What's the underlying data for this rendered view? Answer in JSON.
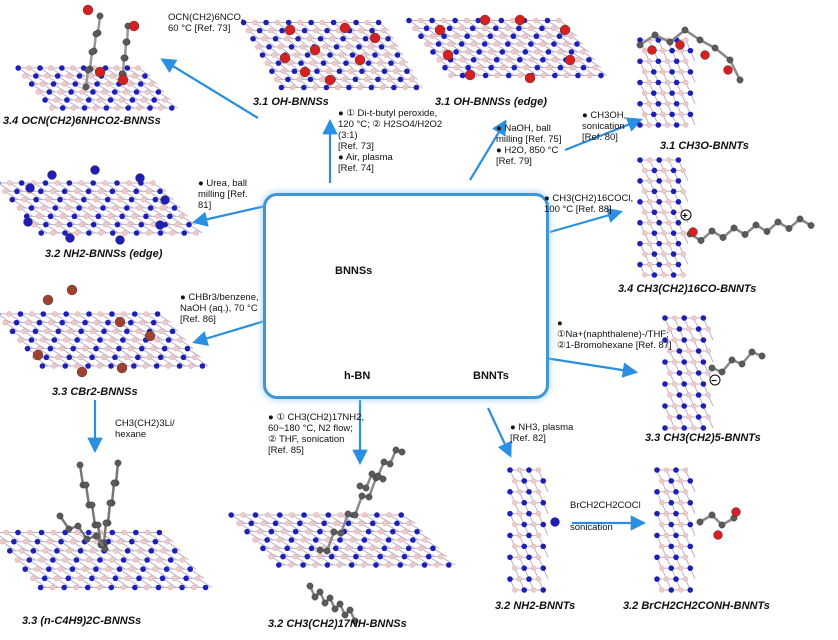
{
  "center": {
    "bnnss": "BNNSs",
    "hbn": "h-BN",
    "bnnts": "BNNTs"
  },
  "products": [
    {
      "id": "p_ocn",
      "text": "3.4 OCN(CH2)6NHCO2-BNNSs"
    },
    {
      "id": "p_oh",
      "text": "3.1 OH-BNNSs"
    },
    {
      "id": "p_ohedge",
      "text": "3.1 OH-BNNSs (edge)"
    },
    {
      "id": "p_ch3o",
      "text": "3.1 CH3O-BNNTs"
    },
    {
      "id": "p_nh2edge",
      "text": "3.2 NH2-BNNSs (edge)"
    },
    {
      "id": "p_c16",
      "text": "3.4 CH3(CH2)16CO-BNNTs"
    },
    {
      "id": "p_cbr2",
      "text": "3.3 CBr2-BNNSs"
    },
    {
      "id": "p_c5",
      "text": "3.3 CH3(CH2)5-BNNTs"
    },
    {
      "id": "p_c4",
      "text": "3.3 (n-C4H9)2C-BNNSs"
    },
    {
      "id": "p_c17",
      "text": "3.2 CH3(CH2)17NH-BNNSs"
    },
    {
      "id": "p_nh2t",
      "text": "3.2 NH2-BNNTs"
    },
    {
      "id": "p_brt",
      "text": "3.2 BrCH2CH2CONH-BNNTs"
    }
  ],
  "conditions": [
    {
      "id": "c_ocn",
      "lines": [
        "OCN(CH2)6NCO,",
        "60 °C [Ref. 73]"
      ]
    },
    {
      "id": "c_oh",
      "lines": [
        "● ① Di-t-butyl peroxide,",
        "120 °C; ② H2SO4/H2O2",
        "(3:1)",
        "[Ref. 73]",
        "● Air, plasma",
        "[Ref. 74]"
      ]
    },
    {
      "id": "c_ohedge",
      "lines": [
        "● NaOH, ball",
        "milling [Ref. 75]",
        "● H2O, 850 °C",
        "[Ref. 79]"
      ]
    },
    {
      "id": "c_ch3o",
      "lines": [
        "● CH3OH,",
        "sonication",
        "[Ref.  80]"
      ]
    },
    {
      "id": "c_urea",
      "lines": [
        "● Urea, ball",
        "milling  [Ref.",
        "81]"
      ]
    },
    {
      "id": "c_c16",
      "lines": [
        "● CH3(CH2)16COCl,",
        "100 °C [Ref. 88]"
      ]
    },
    {
      "id": "c_cbr",
      "lines": [
        "● CHBr3/benzene,",
        "NaOH (aq.), 70 °C",
        "[Ref. 86]"
      ]
    },
    {
      "id": "c_c5",
      "lines": [
        "●",
        "①Na+(naphthalene)-/THF;",
        "②1-Bromohexane  [Ref. 87]"
      ]
    },
    {
      "id": "c_buli",
      "lines": [
        "CH3(CH2)3Li/",
        "hexane"
      ]
    },
    {
      "id": "c_c17",
      "lines": [
        "● ① CH3(CH2)17NH2,",
        "60~180 °C, N2 flow;",
        "② THF, sonication",
        "[Ref.  85]"
      ]
    },
    {
      "id": "c_nh3",
      "lines": [
        "● NH3, plasma",
        "[Ref.  82]"
      ]
    },
    {
      "id": "c_br",
      "lines": [
        "BrCH2CH2COCl",
        "",
        "sonication"
      ]
    }
  ],
  "colors": {
    "arrow": "#2a8fe0",
    "boron": "#f2c9c9",
    "nitrogen": "#1f1fb8",
    "oxygen": "#d42020",
    "carbon": "#5a5a5a",
    "hydrogen": "#ffffff",
    "bromine": "#a04030",
    "box": "#3f97d8"
  }
}
